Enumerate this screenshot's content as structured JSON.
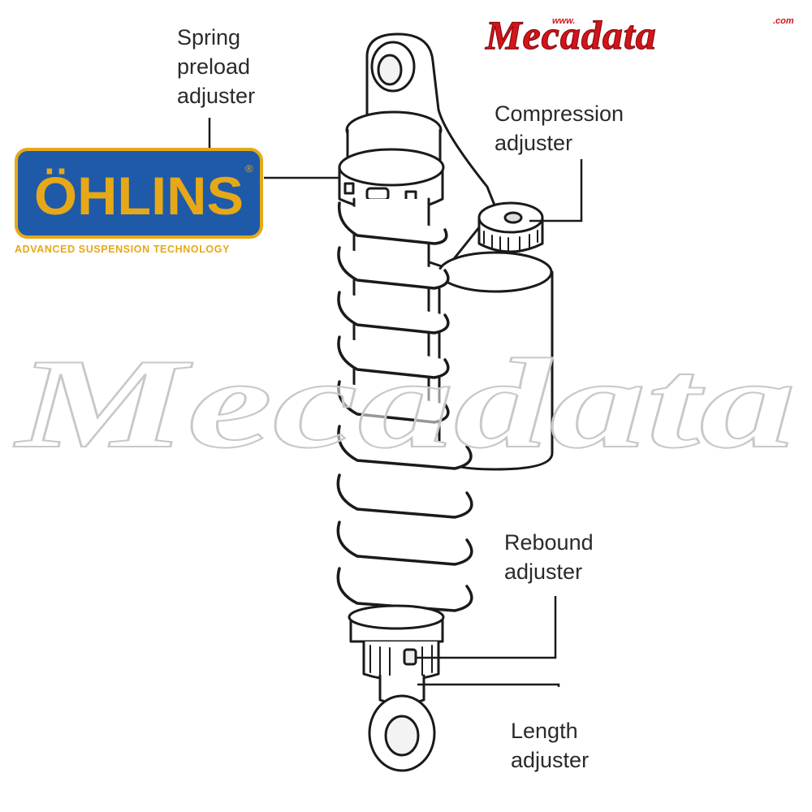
{
  "labels": {
    "spring_preload": [
      "Spring",
      "preload",
      "adjuster"
    ],
    "compression": [
      "Compression",
      "adjuster"
    ],
    "rebound": [
      "Rebound",
      "adjuster"
    ],
    "length": [
      "Length",
      "adjuster"
    ]
  },
  "logo": {
    "brand": "ÖHLINS",
    "registered_mark": "®",
    "tagline": "ADVANCED SUSPENSION TECHNOLOGY"
  },
  "watermark": {
    "header": "Mecadata",
    "header_www": "www.",
    "header_com": ".com",
    "center": "Mecadata"
  },
  "colors": {
    "logo_blue": "#1e5aa8",
    "logo_gold": "#e6a817",
    "watermark_red": "#d4141a",
    "line": "#1a1a1a",
    "label_text": "#2a2a2a"
  }
}
